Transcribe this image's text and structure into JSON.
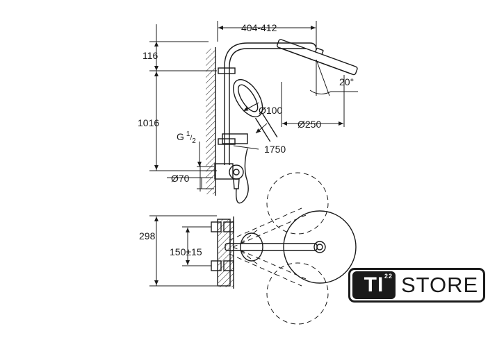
{
  "dimensions": {
    "width_range": "404-412",
    "top_height": "116",
    "column_height": "1016",
    "thread_base": "G",
    "thread_num": "1",
    "thread_den": "2",
    "inlet_diameter": "Ø70",
    "handshower_diameter": "Ø100",
    "head_diameter": "Ø250",
    "tilt_angle": "20°",
    "total_height": "1750",
    "plan_depth": "298",
    "center_distance": "150±15"
  },
  "logo": {
    "badge_text": "TI",
    "badge_number": "22",
    "word": "STORE"
  },
  "colors": {
    "line": "#1a1a1a",
    "background": "#ffffff"
  }
}
